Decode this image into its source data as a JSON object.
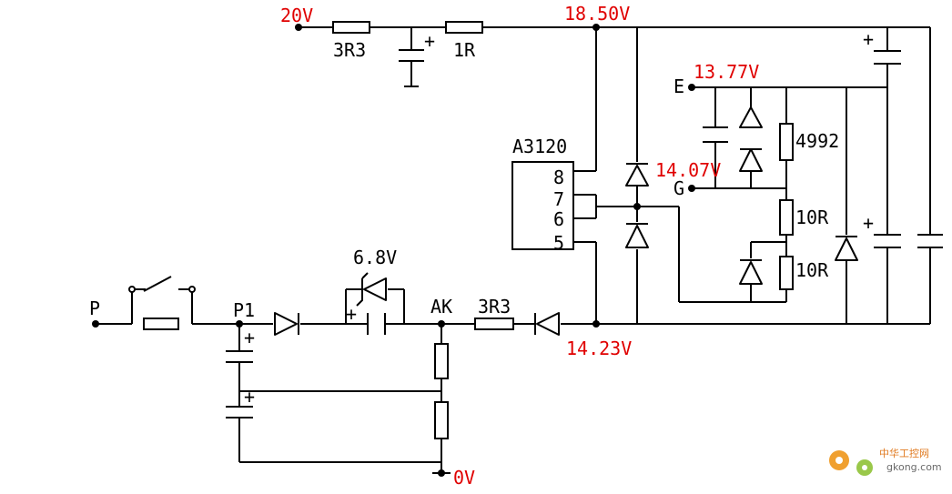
{
  "labels": {
    "v_in": "20V",
    "r1": "3R3",
    "r2": "1R",
    "v_top": "18.50V",
    "v_e": "13.77V",
    "e": "E",
    "ic": "A3120",
    "pin8": "8",
    "pin7": "7",
    "pin6": "6",
    "pin5": "5",
    "r_4992": "4992",
    "v_g": "14.07V",
    "g": "G",
    "r_10a": "10R",
    "r_10b": "10R",
    "zener": "6.8V",
    "p": "P",
    "p1": "P1",
    "ak": "AK",
    "r3": "3R3",
    "v_bot": "14.23V",
    "zero": "0V",
    "plus": "+"
  },
  "colors": {
    "voltage": "#e00000",
    "wire": "#000000"
  },
  "watermark": {
    "brand": "中华工控网",
    "url": "gkong.com"
  }
}
